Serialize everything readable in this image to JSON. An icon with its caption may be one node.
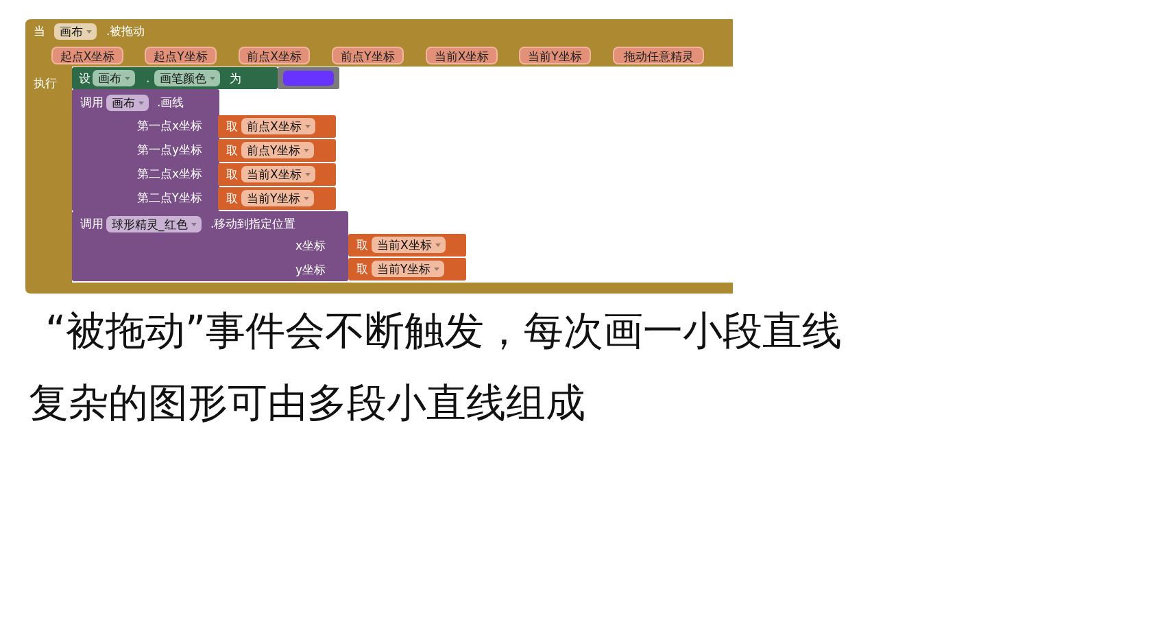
{
  "diagram": {
    "nodes": [
      {
        "text": [
          "当",
          "画布",
          ".被拖动",
          "执行"
        ]
      },
      {
        "text": [
          "起点X坐标"
        ],
        "in": 0
      },
      {
        "text": [
          "起点Y坐标"
        ],
        "in": 0
      },
      {
        "text": [
          "前点X坐标"
        ],
        "in": 0
      },
      {
        "text": [
          "前点Y坐标"
        ],
        "in": 0
      },
      {
        "text": [
          "当前X坐标"
        ],
        "in": 0
      },
      {
        "text": [
          "当前Y坐标"
        ],
        "in": 0
      },
      {
        "text": [
          "拖动任意精灵"
        ],
        "in": 0
      },
      {
        "text": [
          "设",
          "画布",
          ".",
          "画笔颜色",
          "为"
        ],
        "in": 0
      },
      {
        "text": [],
        "shape": "box",
        "in": 0
      },
      {
        "text": [
          "调用",
          "画布",
          ".画线",
          "第一点x坐标",
          "第一点y坐标",
          "第二点x坐标",
          "第二点Y坐标"
        ],
        "in": 0
      },
      {
        "text": [
          "取",
          "前点X坐标"
        ],
        "in": 0
      },
      {
        "text": [
          "取",
          "前点Y坐标"
        ],
        "in": 0
      },
      {
        "text": [
          "取",
          "当前X坐标"
        ],
        "in": 0
      },
      {
        "text": [
          "取",
          "当前Y坐标"
        ],
        "in": 0
      },
      {
        "text": [
          "调用",
          "球形精灵_红色",
          ".移动到指定位置",
          "x坐标",
          "y坐标"
        ],
        "in": 0
      },
      {
        "text": [
          "取",
          "当前X坐标"
        ],
        "in": 0
      },
      {
        "text": [
          "取",
          "当前Y坐标"
        ],
        "in": 0
      }
    ],
    "labels": [
      "“被拖动”事件会不断触发，每次画一小段直线",
      "复杂的图形可由多段小直线组成"
    ]
  }
}
